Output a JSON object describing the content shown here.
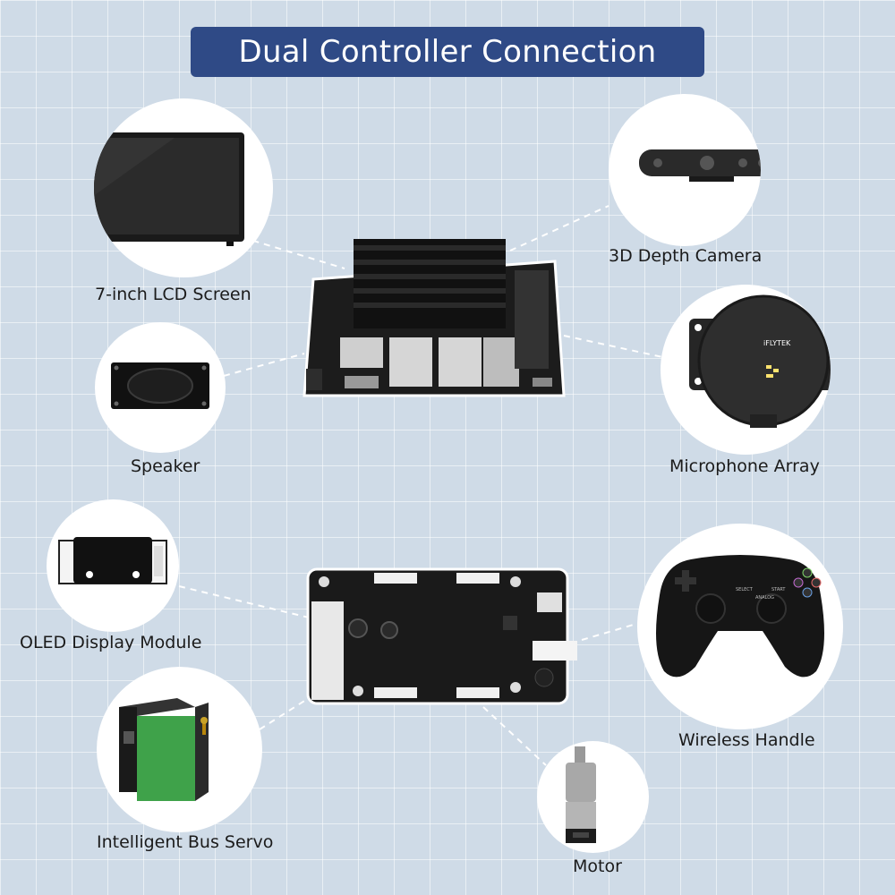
{
  "title": "Dual Controller Connection",
  "labels": {
    "lcd": "7-inch LCD Screen",
    "speaker": "Speaker",
    "oled": "OLED Display Module",
    "servo": "Intelligent Bus Servo",
    "camera": "3D Depth Camera",
    "mic": "Microphone Array",
    "handle": "Wireless Handle",
    "motor": "Motor"
  },
  "mic_brand": "iFLYTEK",
  "gamepad": {
    "select": "SELECT",
    "start": "START",
    "analog": "ANALOG"
  },
  "colors": {
    "banner": "#2f4a86",
    "background": "#cfdbe7",
    "servo_green": "#3fa24a"
  }
}
